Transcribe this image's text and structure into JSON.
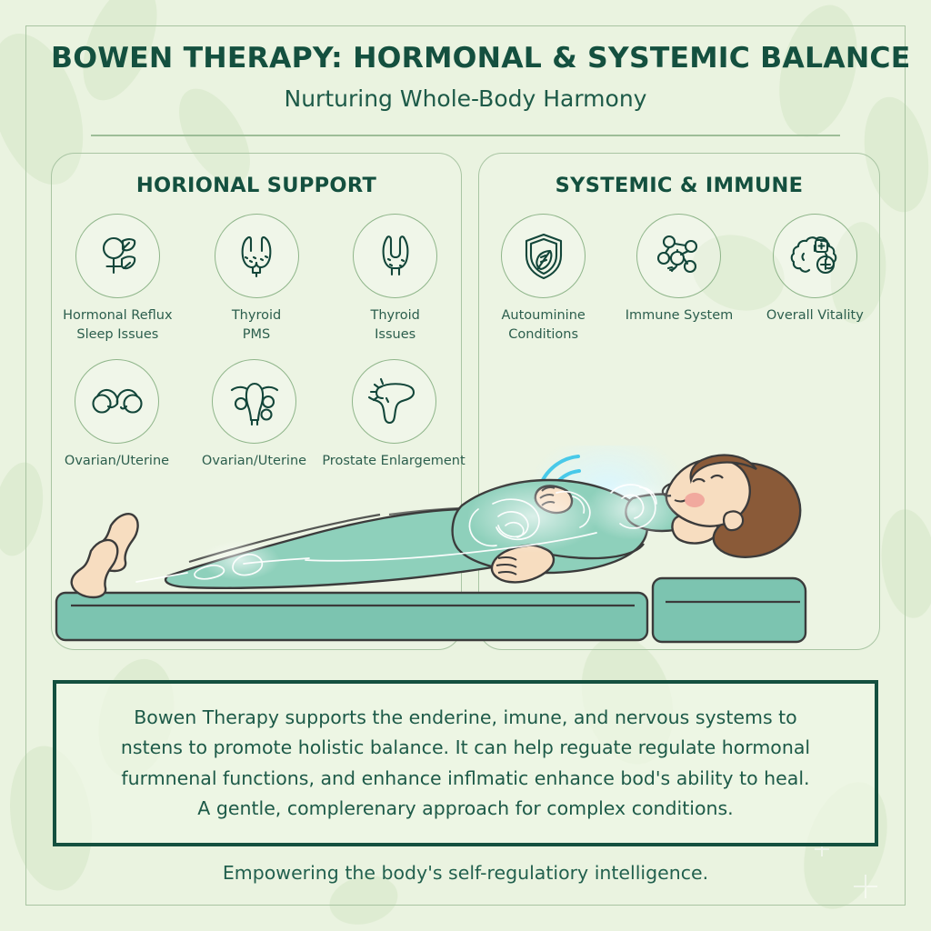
{
  "header": {
    "title": "BOWEN THERAPY: HORMONAL & SYSTEMIC BALANCE",
    "subtitle": "Nurturing Whole-Body Harmony"
  },
  "panels": {
    "left": {
      "heading": "HORIONAL SUPPORT",
      "items": [
        {
          "icon": "venus-leaf-icon",
          "label": "Hormonal Reflux\nSleep Issues"
        },
        {
          "icon": "thyroid-gland-icon",
          "label": "Thyroid\nPMS"
        },
        {
          "icon": "thyroid-gland-alt-icon",
          "label": "Thyroid\nIssues"
        },
        {
          "icon": "ovaries-icon",
          "label": "Ovarian/Uterine"
        },
        {
          "icon": "uterus-icon",
          "label": "Ovarian/Uterine"
        },
        {
          "icon": "prostate-uterus-icon",
          "label": "Prostate Enlargement"
        }
      ]
    },
    "right": {
      "heading": "SYSTEMIC & IMMUNE",
      "items": [
        {
          "icon": "shield-leaf-icon",
          "label": "Autouminine\nConditions"
        },
        {
          "icon": "cell-network-icon",
          "label": "Immune System"
        },
        {
          "icon": "brain-plus-icon",
          "label": "Overall Vitality"
        }
      ]
    }
  },
  "illustration": {
    "name": "person-lying-on-treatment-table",
    "description": "Woman reclining on a teal massage table with glowing internal anatomy overlay and energy waves near the head"
  },
  "callout": {
    "text": "Bowen Therapy supports the enderine, imune, and nervous systems to\nnstens to promote holistic balance. It can help reguate regulate hormonal\nfurmnenal functions, and enhance inflmatic enhance bod's ability to heal.\nA gentle, complerenary approach for complex conditions."
  },
  "footer": {
    "text": "Empowering the body's self-regulatiory intelligence."
  },
  "colors": {
    "background": "#eaf3e0",
    "dark_green": "#14503f",
    "body_text": "#1d5a48",
    "sage_border": "#a9c5a3",
    "icon_ring": "#8fb58a",
    "table_teal": "#7cc4b0",
    "skin": "#f7ddc0",
    "hair_brown": "#8a5a38",
    "energy_cyan": "#3fc6e8"
  }
}
